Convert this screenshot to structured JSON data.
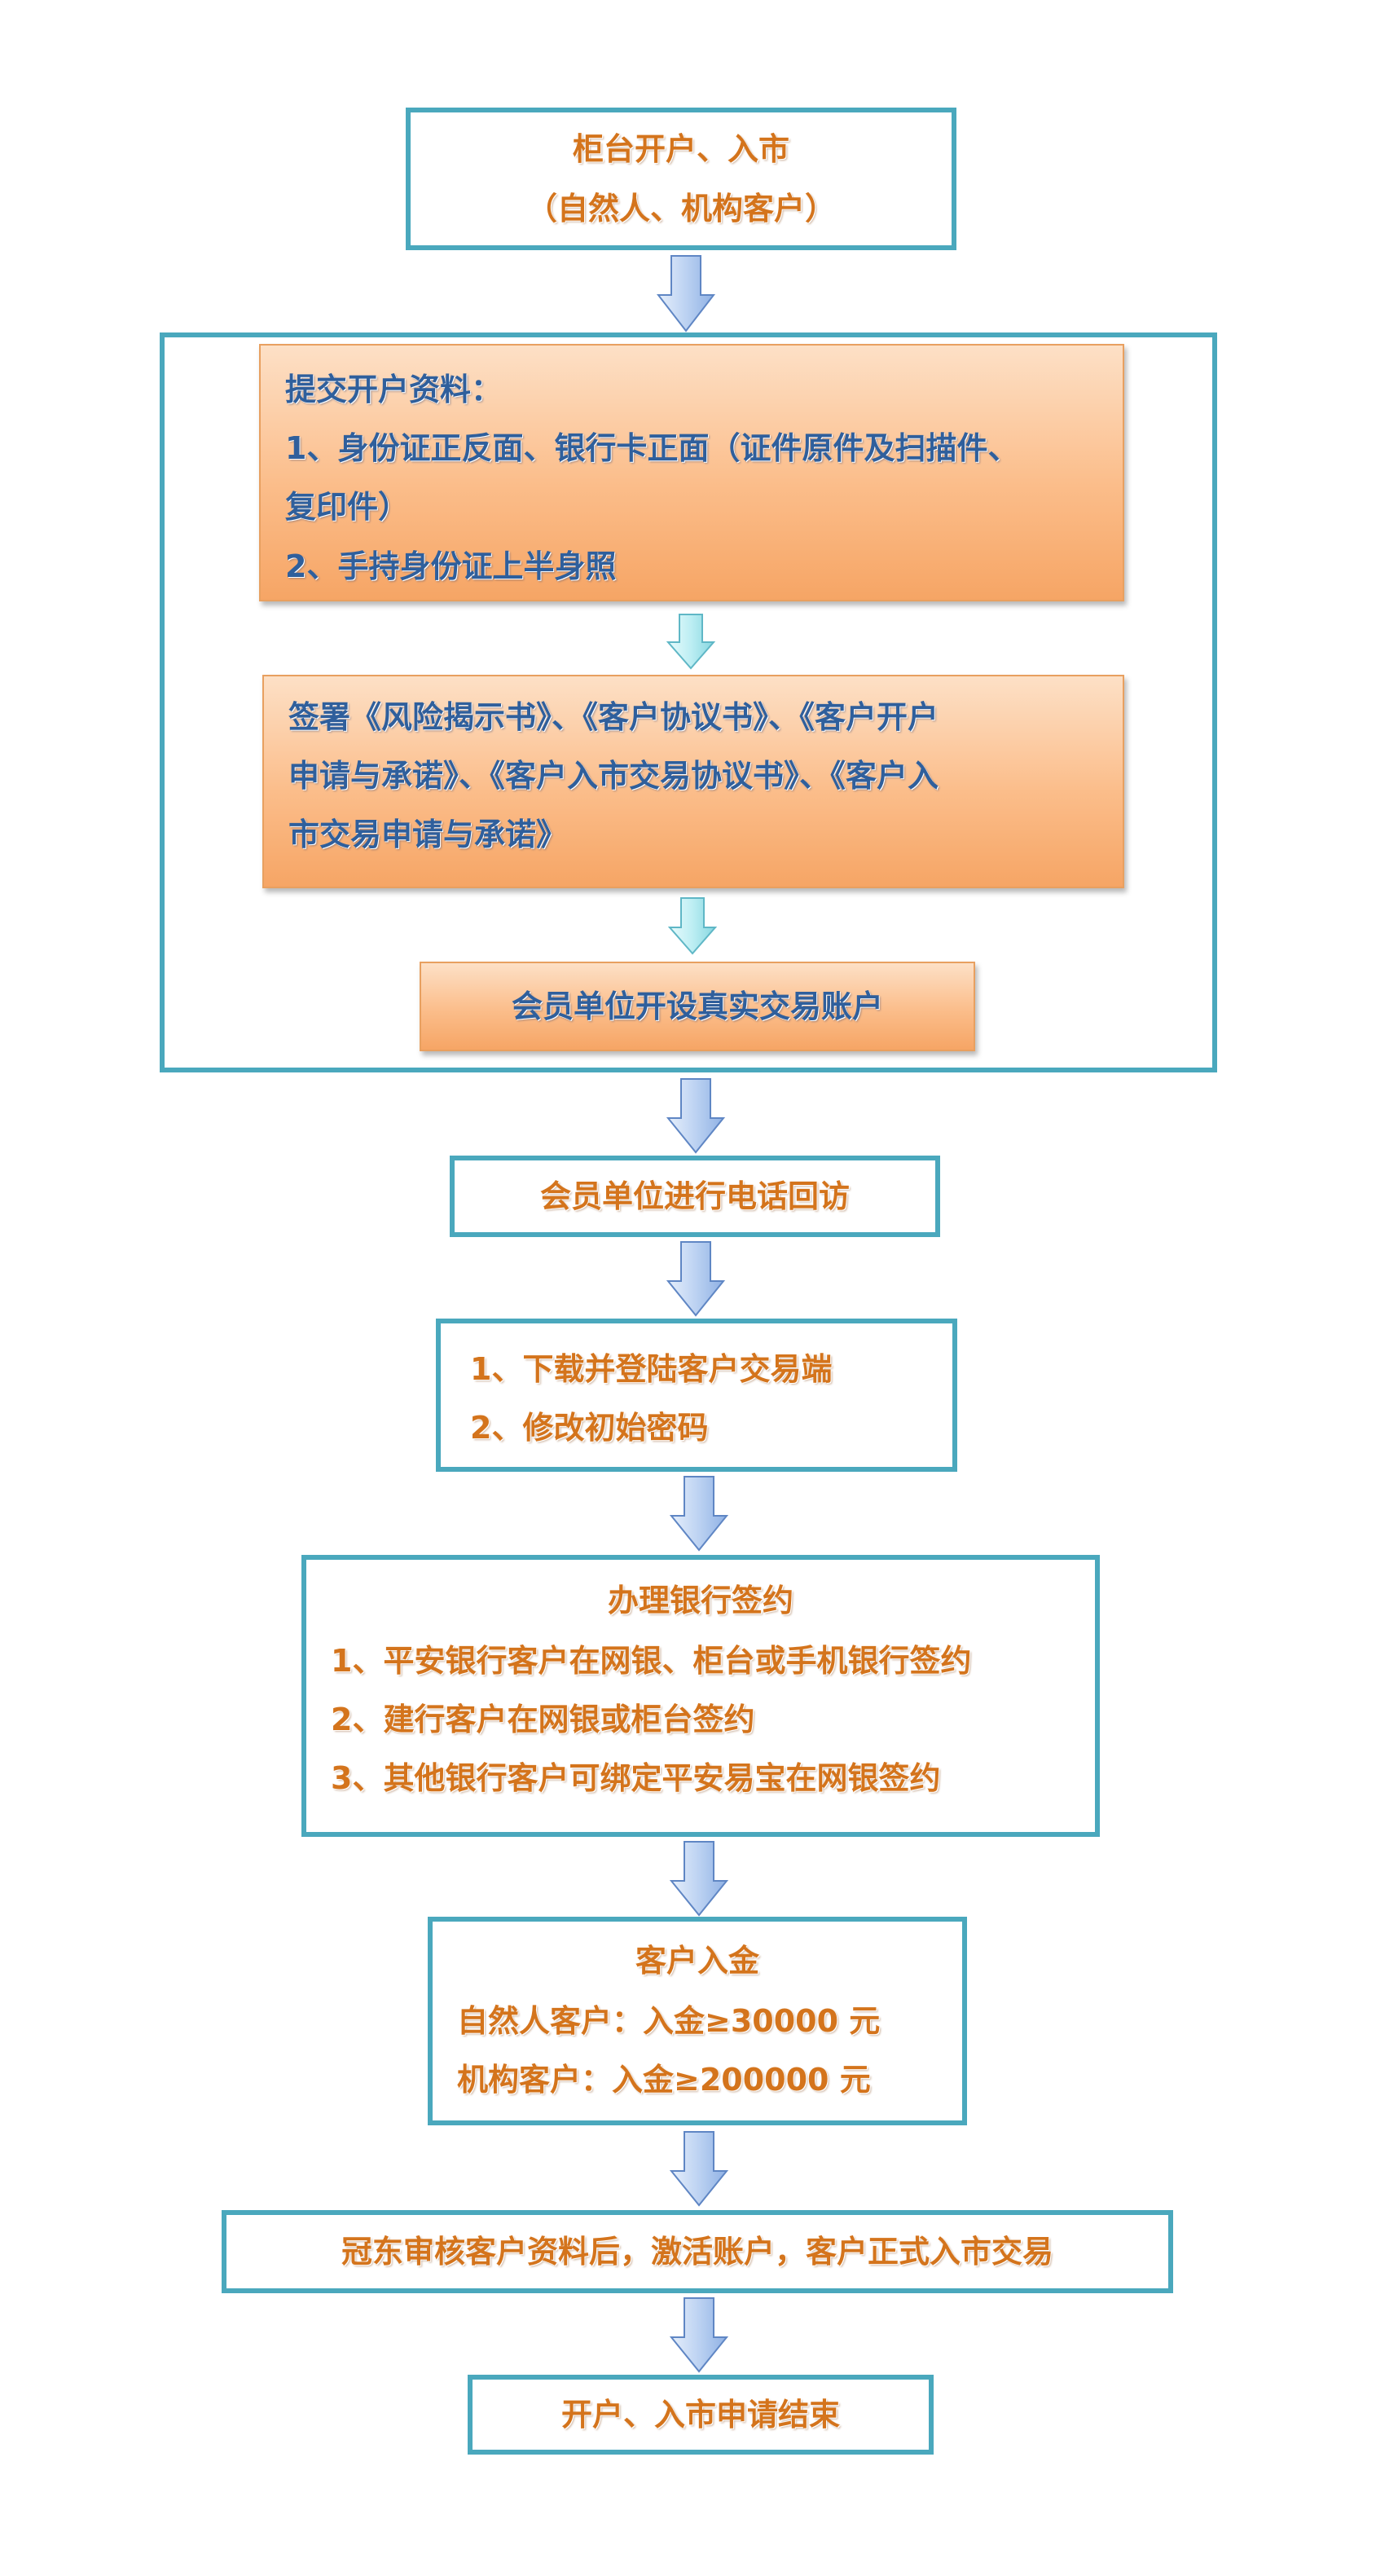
{
  "steps": {
    "s1": {
      "line1": "柜台开户、入市",
      "line2": "（自然人、机构客户）"
    },
    "s2a": {
      "title": "提交开户资料：",
      "line1": "1、身份证正反面、银行卡正面（证件原件及扫描件、",
      "line2": "复印件）",
      "line3": "2、手持身份证上半身照"
    },
    "s2b": {
      "line1": "签署《风险揭示书》、《客户协议书》、《客户开户",
      "line2": "申请与承诺》、《客户入市交易协议书》、《客户入",
      "line3": "市交易申请与承诺》"
    },
    "s2c": {
      "text": "会员单位开设真实交易账户"
    },
    "s3": {
      "text": "会员单位进行电话回访"
    },
    "s4": {
      "line1": "1、下载并登陆客户交易端",
      "line2": "2、修改初始密码"
    },
    "s5": {
      "title": "办理银行签约",
      "line1": "1、平安银行客户在网银、柜台或手机银行签约",
      "line2": "2、建行客户在网银或柜台签约",
      "line3": "3、其他银行客户可绑定平安易宝在网银签约"
    },
    "s6": {
      "title": "客户入金",
      "line1": "自然人客户：入金≥30000 元",
      "line2": "机构客户：入金≥200000 元"
    },
    "s7": {
      "text": "冠东审核客户资料后，激活账户，客户正式入市交易"
    },
    "s8": {
      "text": "开户、入市申请结束"
    }
  },
  "colors": {
    "border": "#4aa8bd",
    "text_orange": "#d4741c",
    "text_blue": "#2f5f9c",
    "arrow_fill": "#b9d0f2"
  }
}
